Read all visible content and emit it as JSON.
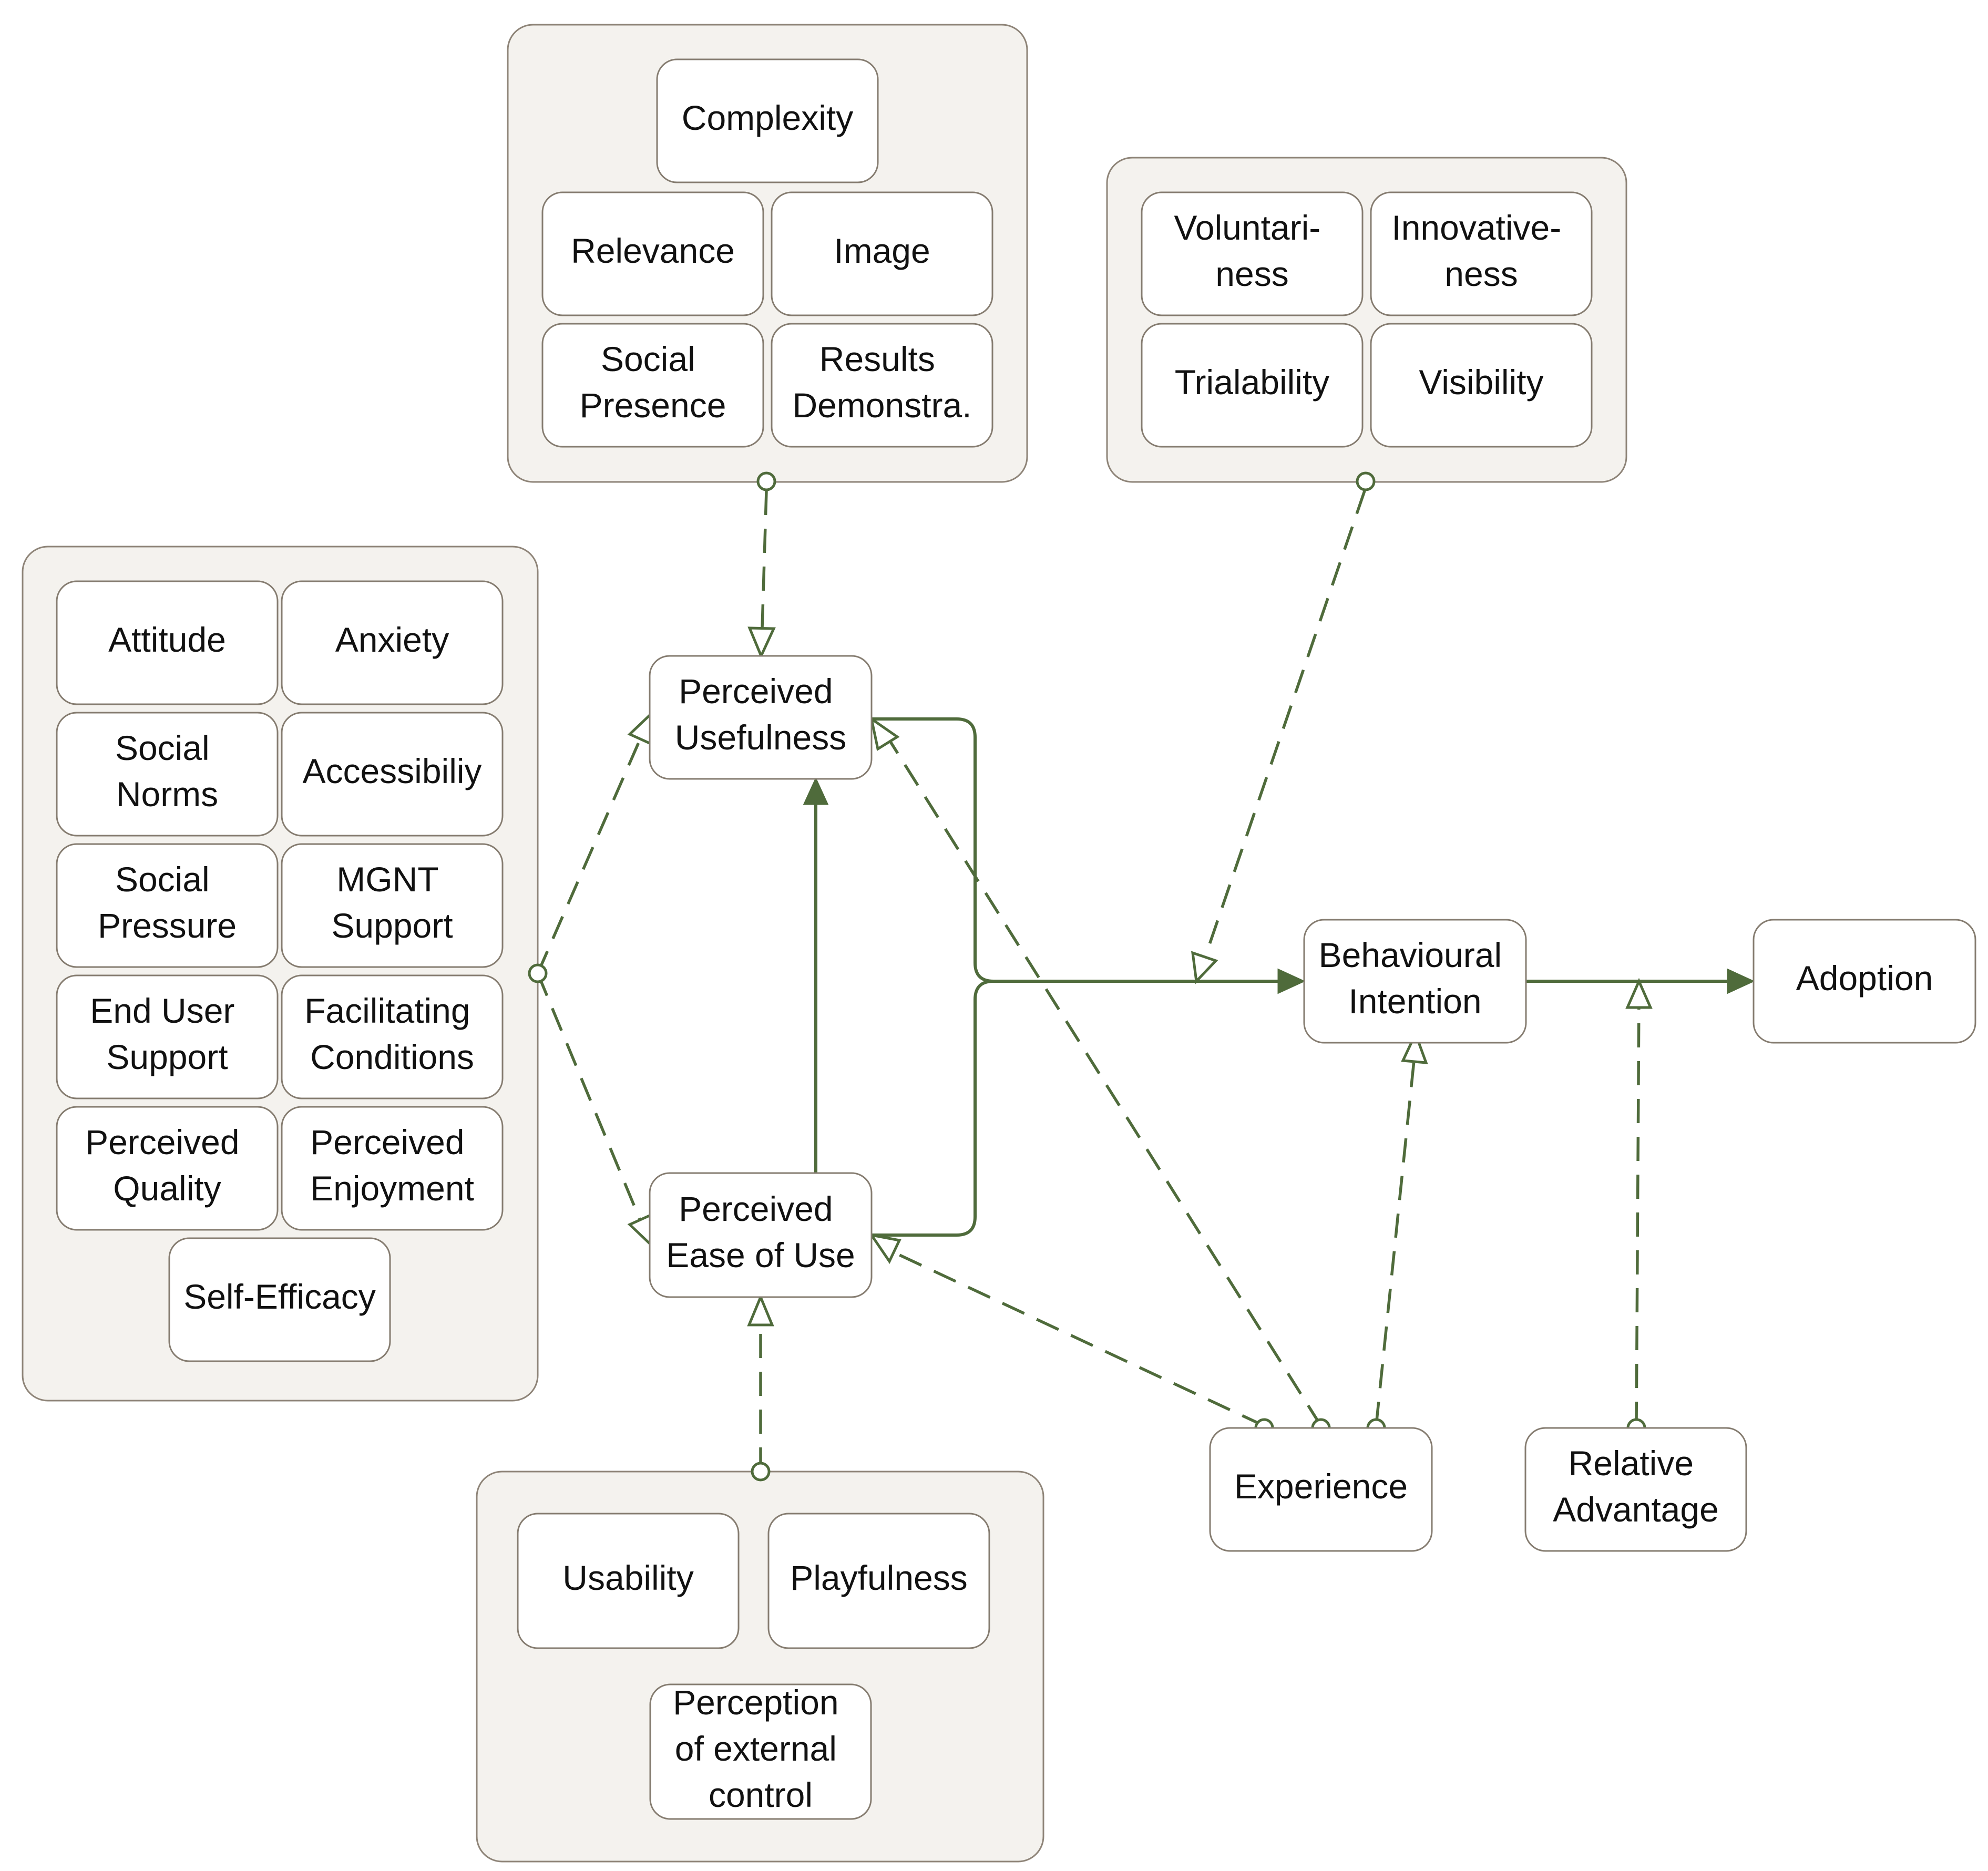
{
  "colors": {
    "edge": "#4f6b3b",
    "group_fill": "#f4f2ee",
    "group_stroke": "#8e8478",
    "node_fill": "#ffffff",
    "node_stroke": "#857c70",
    "text": "#111111"
  },
  "groups": {
    "usefulness_antecedents": {
      "complexity": [
        "Complexity"
      ],
      "relevance": [
        "Relevance"
      ],
      "image": [
        "Image"
      ],
      "social_presence": [
        "Social",
        "Presence"
      ],
      "results_demonstra": [
        "Results",
        "Demonstra."
      ]
    },
    "innovation_attributes": {
      "voluntariness": [
        "Voluntari-",
        "ness"
      ],
      "innovativeness": [
        "Innovative-",
        "ness"
      ],
      "trialability": [
        "Trialability"
      ],
      "visibility": [
        "Visibility"
      ]
    },
    "user_factors": {
      "attitude": [
        "Attitude"
      ],
      "anxiety": [
        "Anxiety"
      ],
      "social_norms": [
        "Social",
        "Norms"
      ],
      "accessibility": [
        "Accessibiliy"
      ],
      "social_pressure": [
        "Social",
        "Pressure"
      ],
      "mgnt_support": [
        "MGNT",
        "Support"
      ],
      "end_user_support": [
        "End User",
        "Support"
      ],
      "facilitating_conditions": [
        "Facilitating",
        "Conditions"
      ],
      "perceived_quality": [
        "Perceived",
        "Quality"
      ],
      "perceived_enjoyment": [
        "Perceived",
        "Enjoyment"
      ],
      "self_efficacy": [
        "Self-Efficacy"
      ]
    },
    "ease_antecedents": {
      "usability": [
        "Usability"
      ],
      "playfulness": [
        "Playfulness"
      ],
      "perception_external_control": [
        "Perception",
        "of external",
        "control"
      ]
    }
  },
  "core": {
    "perceived_usefulness": [
      "Perceived",
      "Usefulness"
    ],
    "perceived_ease_of_use": [
      "Perceived",
      "Ease of Use"
    ],
    "behavioural_intention": [
      "Behavioural",
      "Intention"
    ],
    "adoption": [
      "Adoption"
    ],
    "experience": [
      "Experience"
    ],
    "relative_advantage": [
      "Relative",
      "Advantage"
    ]
  }
}
